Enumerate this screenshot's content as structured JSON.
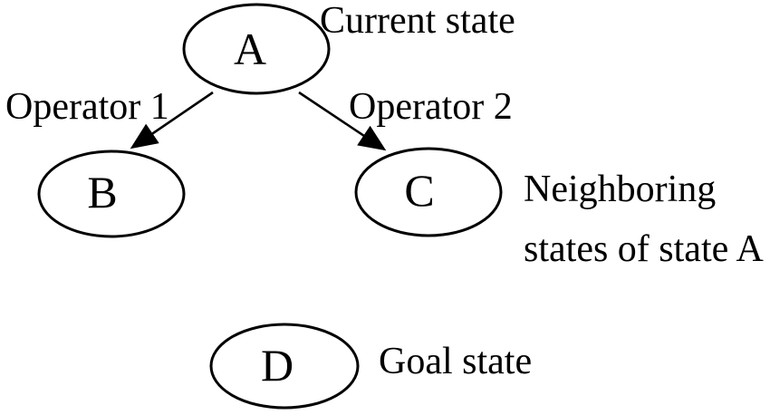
{
  "diagram": {
    "title": "state-space-search-diagram",
    "colors": {
      "ink": "#000000",
      "background": "#ffffff"
    },
    "nodes": {
      "a": {
        "label": "A",
        "annotation": "Current state"
      },
      "b": {
        "label": "B"
      },
      "c": {
        "label": "C",
        "annotation_line1": "Neighboring",
        "annotation_line2": "states of state A"
      },
      "d": {
        "label": "D",
        "annotation": "Goal state"
      }
    },
    "edges": {
      "a_to_b": {
        "label": "Operator 1"
      },
      "a_to_c": {
        "label": "Operator 2"
      }
    }
  }
}
